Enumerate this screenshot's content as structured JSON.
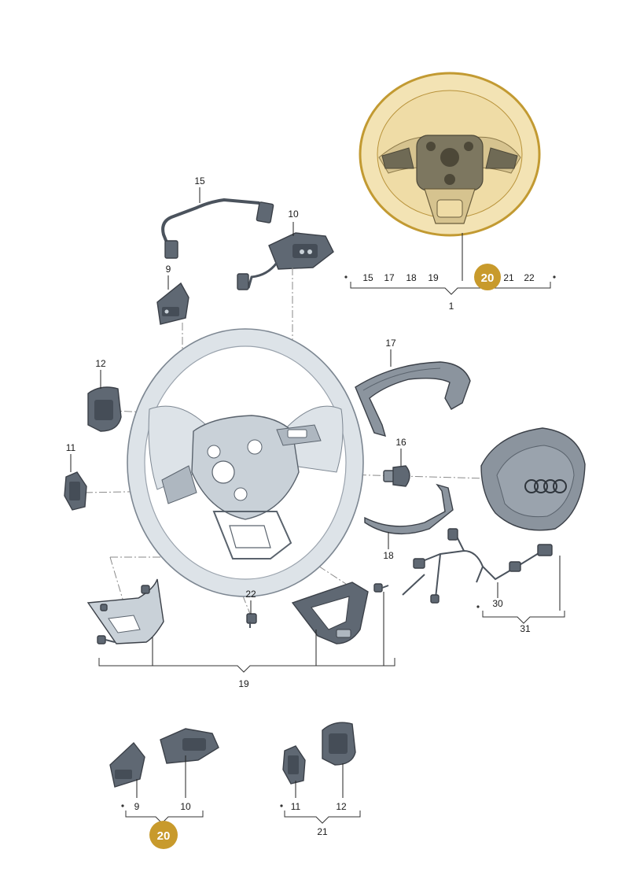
{
  "callouts": {
    "c1": "1",
    "c9": "9",
    "c10": "10",
    "c11": "11",
    "c12": "12",
    "c15": "15",
    "c16": "16",
    "c17": "17",
    "c18": "18",
    "c19": "19",
    "c20": "20",
    "c21": "21",
    "c22": "22",
    "c30": "30",
    "c31": "31"
  },
  "groups": {
    "top_right_set": [
      "15",
      "17",
      "18",
      "19",
      "20",
      "21",
      "22"
    ],
    "bottom_left_set": [
      "9",
      "10"
    ],
    "bottom_right_set": [
      "11",
      "12"
    ]
  },
  "colors": {
    "highlight_badge": "#c89a2c",
    "highlight_wheel": "#f3e3b4",
    "part_fill": "#5f6873",
    "rim_fill": "#dde3e8"
  }
}
